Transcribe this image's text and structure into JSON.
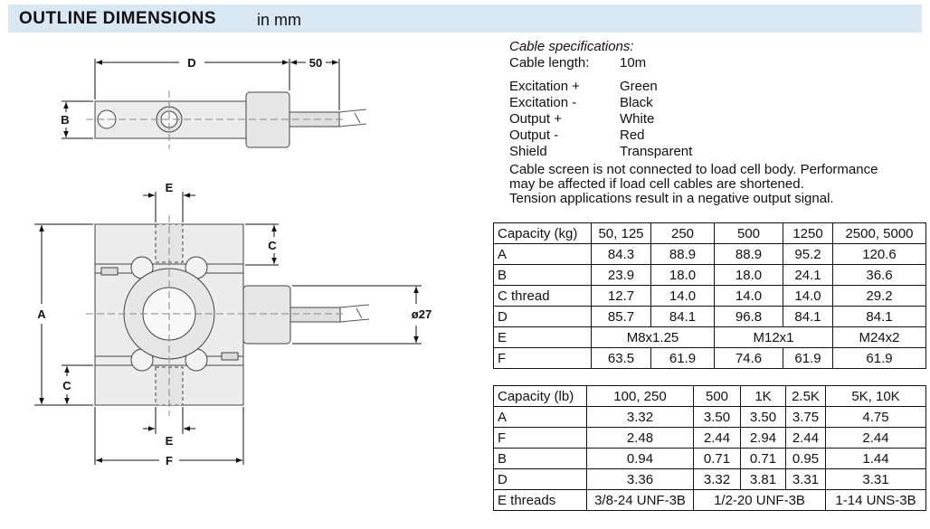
{
  "header": {
    "title_bold": "OUTLINE DIMENSIONS",
    "title_unit": "in mm"
  },
  "drawing_labels": {
    "top_d": "D",
    "top_50": "50",
    "top_b": "B",
    "e_top": "E",
    "c_right": "C",
    "a_left": "A",
    "dia27": "ø27",
    "c_left": "C",
    "e_bottom": "E",
    "f_bottom": "F"
  },
  "cable": {
    "title": "Cable specifications:",
    "length_label": "Cable length:",
    "length_value": "10m",
    "wires": [
      {
        "label": "Excitation +",
        "value": "Green"
      },
      {
        "label": "Excitation -",
        "value": "Black"
      },
      {
        "label": "Output +",
        "value": "White"
      },
      {
        "label": "Output -",
        "value": "Red"
      },
      {
        "label": "Shield",
        "value": "Transparent"
      }
    ],
    "note_lines": [
      "Cable screen is not connected to load cell body. Performance",
      "may be affected if load cell cables are shortened.",
      "Tension applications result in a negative output signal."
    ]
  },
  "table_kg": {
    "header": [
      "Capacity (kg)",
      "50, 125",
      "250",
      "500",
      "1250",
      "2500, 5000"
    ],
    "rows": [
      [
        "A",
        "84.3",
        "88.9",
        "88.9",
        "95.2",
        "120.6"
      ],
      [
        "B",
        "23.9",
        "18.0",
        "18.0",
        "24.1",
        "36.6"
      ],
      [
        "C thread",
        "12.7",
        "14.0",
        "14.0",
        "14.0",
        "29.2"
      ],
      [
        "D",
        "85.7",
        "84.1",
        "96.8",
        "84.1",
        "84.1"
      ]
    ],
    "e_row": [
      "E",
      "M8x1.25",
      "M12x1",
      "M24x2"
    ],
    "f_row": [
      "F",
      "63.5",
      "61.9",
      "74.6",
      "61.9",
      "61.9"
    ]
  },
  "table_lb": {
    "header": [
      "Capacity (lb)",
      "100, 250",
      "500",
      "1K",
      "2.5K",
      "5K, 10K"
    ],
    "rows": [
      [
        "A",
        "3.32",
        "3.50",
        "3.50",
        "3.75",
        "4.75"
      ],
      [
        "F",
        "2.48",
        "2.44",
        "2.94",
        "2.44",
        "2.44"
      ],
      [
        "B",
        "0.94",
        "0.71",
        "0.71",
        "0.95",
        "1.44"
      ],
      [
        "D",
        "3.36",
        "3.32",
        "3.81",
        "3.31",
        "3.31"
      ]
    ],
    "thread_row": [
      "E threads",
      "3/8-24 UNF-3B",
      "1/2-20 UNF-3B",
      "1-14 UNS-3B"
    ]
  }
}
